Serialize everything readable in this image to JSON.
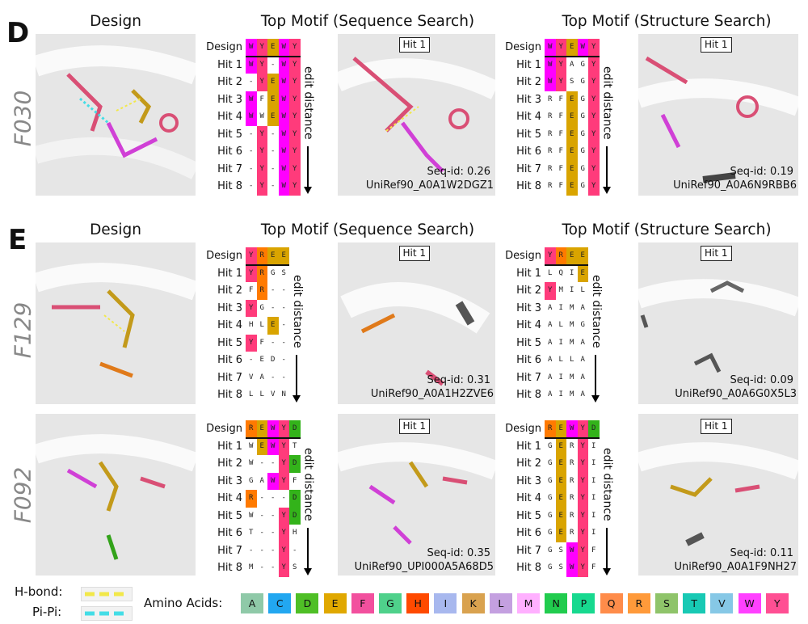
{
  "colors": {
    "W": "#ff00ff",
    "Y": "#ff3b7b",
    "E": "#d9a400",
    "R": "#ff7a00",
    "D": "#33b31a",
    "hbond": "#f2e84a",
    "pipi": "#44dde6"
  },
  "panel_d": {
    "label": "D",
    "row": "F030",
    "design_title": "Design",
    "seq_title": "Top Motif (Sequence Search)",
    "struct_title": "Top Motif (Structure Search)",
    "seq": {
      "hits": [
        "Design",
        "Hit 1",
        "Hit 2",
        "Hit 3",
        "Hit 4",
        "Hit 5",
        "Hit 6",
        "Hit 7",
        "Hit 8"
      ],
      "rows": [
        [
          "W",
          "Y",
          "E",
          "W",
          "Y"
        ],
        [
          "W",
          "Y",
          "-",
          "W",
          "Y"
        ],
        [
          "-",
          "Y",
          "E",
          "W",
          "Y"
        ],
        [
          "W",
          "F",
          "E",
          "W",
          "Y"
        ],
        [
          "W",
          "W",
          "E",
          "W",
          "Y"
        ],
        [
          "-",
          "Y",
          "-",
          "W",
          "Y"
        ],
        [
          "-",
          "Y",
          "-",
          "W",
          "Y"
        ],
        [
          "-",
          "Y",
          "-",
          "W",
          "Y"
        ],
        [
          "-",
          "Y",
          "-",
          "W",
          "Y"
        ]
      ],
      "edit": "edit distance",
      "hit": "Hit 1",
      "seqid": "Seq-id: 0.26",
      "uniref": "UniRef90_A0A1W2DGZ1"
    },
    "struct": {
      "hits": [
        "Design",
        "Hit 1",
        "Hit 2",
        "Hit 3",
        "Hit 4",
        "Hit 5",
        "Hit 6",
        "Hit 7",
        "Hit 8"
      ],
      "rows": [
        [
          "W",
          "Y",
          "E",
          "W",
          "Y"
        ],
        [
          "W",
          "Y",
          "A",
          "G",
          "Y"
        ],
        [
          "W",
          "Y",
          "S",
          "G",
          "Y"
        ],
        [
          "R",
          "F",
          "E",
          "G",
          "Y"
        ],
        [
          "R",
          "F",
          "E",
          "G",
          "Y"
        ],
        [
          "R",
          "F",
          "E",
          "G",
          "Y"
        ],
        [
          "R",
          "F",
          "E",
          "G",
          "Y"
        ],
        [
          "R",
          "F",
          "E",
          "G",
          "Y"
        ],
        [
          "R",
          "F",
          "E",
          "G",
          "Y"
        ]
      ],
      "edit": "edit distance",
      "hit": "Hit 1",
      "seqid": "Seq-id: 0.19",
      "uniref": "UniRef90_A0A6N9RBB6"
    }
  },
  "panel_e": {
    "label": "E",
    "design_title": "Design",
    "seq_title": "Top Motif (Sequence Search)",
    "struct_title": "Top Motif (Structure Search)",
    "f129": {
      "row": "F129",
      "seq": {
        "hits": [
          "Design",
          "Hit 1",
          "Hit 2",
          "Hit 3",
          "Hit 4",
          "Hit 5",
          "Hit 6",
          "Hit 7",
          "Hit 8"
        ],
        "rows": [
          [
            "Y",
            "R",
            "E",
            "E"
          ],
          [
            "Y",
            "R",
            "G",
            "S"
          ],
          [
            "F",
            "R",
            "-",
            "-"
          ],
          [
            "Y",
            "G",
            "-",
            "-"
          ],
          [
            "H",
            "L",
            "E",
            "-"
          ],
          [
            "Y",
            "F",
            "-",
            "-"
          ],
          [
            "-",
            "E",
            "D",
            "-"
          ],
          [
            "V",
            "A",
            "-",
            "-"
          ],
          [
            "L",
            "L",
            "V",
            "N"
          ]
        ],
        "edit": "edit distance",
        "hit": "Hit 1",
        "seqid": "Seq-id: 0.31",
        "uniref": "UniRef90_A0A1H2ZVE6"
      },
      "struct": {
        "hits": [
          "Design",
          "Hit 1",
          "Hit 2",
          "Hit 3",
          "Hit 4",
          "Hit 5",
          "Hit 6",
          "Hit 7",
          "Hit 8"
        ],
        "rows": [
          [
            "Y",
            "R",
            "E",
            "E"
          ],
          [
            "L",
            "Q",
            "I",
            "E"
          ],
          [
            "Y",
            "M",
            "I",
            "L"
          ],
          [
            "A",
            "I",
            "M",
            "A"
          ],
          [
            "A",
            "L",
            "M",
            "G"
          ],
          [
            "A",
            "I",
            "M",
            "A"
          ],
          [
            "A",
            "L",
            "L",
            "A"
          ],
          [
            "A",
            "I",
            "M",
            "A"
          ],
          [
            "A",
            "I",
            "M",
            "A"
          ]
        ],
        "edit": "edit distance",
        "hit": "Hit 1",
        "seqid": "Seq-id: 0.09",
        "uniref": "UniRef90_A0A6G0X5L3"
      }
    },
    "f092": {
      "row": "F092",
      "seq": {
        "hits": [
          "Design",
          "Hit 1",
          "Hit 2",
          "Hit 3",
          "Hit 4",
          "Hit 5",
          "Hit 6",
          "Hit 7",
          "Hit 8"
        ],
        "rows": [
          [
            "R",
            "E",
            "W",
            "Y",
            "D"
          ],
          [
            "W",
            "E",
            "W",
            "Y",
            "T"
          ],
          [
            "W",
            "-",
            "-",
            "Y",
            "D"
          ],
          [
            "G",
            "A",
            "W",
            "Y",
            "F"
          ],
          [
            "R",
            "-",
            "-",
            "-",
            "D"
          ],
          [
            "W",
            "-",
            "-",
            "Y",
            "D"
          ],
          [
            "T",
            "-",
            "-",
            "Y",
            "H"
          ],
          [
            "-",
            "-",
            "-",
            "Y",
            "-"
          ],
          [
            "M",
            "-",
            "-",
            "Y",
            "S"
          ]
        ],
        "edit": "edit distance",
        "hit": "Hit 1",
        "seqid": "Seq-id: 0.35",
        "uniref": "UniRef90_UPI000A5A68D5"
      },
      "struct": {
        "hits": [
          "Design",
          "Hit 1",
          "Hit 2",
          "Hit 3",
          "Hit 4",
          "Hit 5",
          "Hit 6",
          "Hit 7",
          "Hit 8"
        ],
        "rows": [
          [
            "R",
            "E",
            "W",
            "Y",
            "D"
          ],
          [
            "G",
            "E",
            "R",
            "Y",
            "I"
          ],
          [
            "G",
            "E",
            "R",
            "Y",
            "I"
          ],
          [
            "G",
            "E",
            "R",
            "Y",
            "I"
          ],
          [
            "G",
            "E",
            "R",
            "Y",
            "I"
          ],
          [
            "G",
            "E",
            "R",
            "Y",
            "I"
          ],
          [
            "G",
            "E",
            "R",
            "Y",
            "I"
          ],
          [
            "G",
            "S",
            "W",
            "Y",
            "F"
          ],
          [
            "G",
            "S",
            "W",
            "Y",
            "F"
          ]
        ],
        "edit": "edit distance",
        "hit": "Hit 1",
        "seqid": "Seq-id: 0.11",
        "uniref": "UniRef90_A0A1F9NH27"
      }
    }
  },
  "legend": {
    "hbond": "H-bond:",
    "pipi": "Pi-Pi:",
    "amino_label": "Amino Acids:",
    "amino_acids": [
      [
        "A",
        "#8fc9a8"
      ],
      [
        "C",
        "#22a7f0"
      ],
      [
        "D",
        "#4fbf26"
      ],
      [
        "E",
        "#e0a800"
      ],
      [
        "F",
        "#f2509e"
      ],
      [
        "G",
        "#4fd18b"
      ],
      [
        "H",
        "#ff4a00"
      ],
      [
        "I",
        "#a8b8ee"
      ],
      [
        "K",
        "#d9a24f"
      ],
      [
        "L",
        "#c4a0e0"
      ],
      [
        "M",
        "#ffb0ff"
      ],
      [
        "N",
        "#21cc4e"
      ],
      [
        "P",
        "#17d98f"
      ],
      [
        "Q",
        "#ff8c4a"
      ],
      [
        "R",
        "#ff9a3a"
      ],
      [
        "S",
        "#8fc46a"
      ],
      [
        "T",
        "#18c9b4"
      ],
      [
        "V",
        "#86c8e6"
      ],
      [
        "W",
        "#ff40ff"
      ],
      [
        "Y",
        "#ff4f93"
      ]
    ]
  }
}
